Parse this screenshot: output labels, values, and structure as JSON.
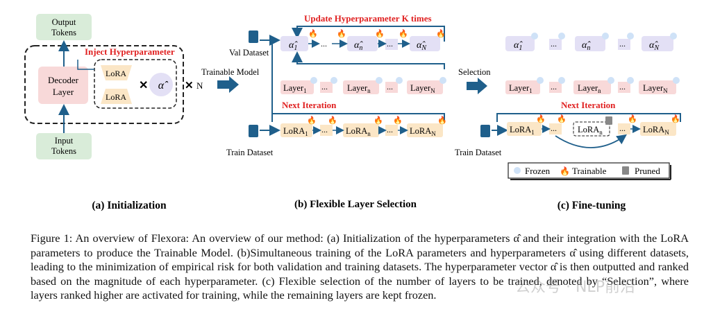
{
  "panel_a": {
    "output_tokens": "Output Tokens",
    "input_tokens": "Input Tokens",
    "decoder_layer": "Decoder Layer",
    "inject_label": "Inject Hyperparameter",
    "lora_label": "LoRA",
    "alpha_symbol": "α̂",
    "times_n": "N",
    "caption": "(a) Initialization"
  },
  "panel_b": {
    "trainable_model": "Trainable Model",
    "val_dataset": "Val Dataset",
    "train_dataset": "Train Dataset",
    "update_label": "Update Hyperparameter K times",
    "next_iteration": "Next Iteration",
    "alpha_row": [
      "α̂₁",
      "α̂ₙ",
      "α̂ₙ"
    ],
    "alpha_subs": [
      "1",
      "n",
      "N"
    ],
    "layer_row": [
      "Layer",
      "Layer",
      "Layer"
    ],
    "lora_row": [
      "LoRA",
      "LoRA",
      "LoRA"
    ],
    "ellipsis": "...",
    "caption": "(b) Flexible Layer Selection"
  },
  "panel_c": {
    "selection": "Selection",
    "train_dataset": "Train Dataset",
    "next_iteration": "Next Iteration",
    "legend": {
      "frozen": "Frozen",
      "trainable": "Trainable",
      "pruned": "Pruned"
    },
    "caption": "(c) Fine-tuning"
  },
  "colors": {
    "red_text": "#e02020",
    "arrow_blue": "#1f5f8b",
    "green_box": "#d9ecd9",
    "pink_box": "#f8d9d9",
    "purple_box": "#e3e0f5",
    "orange_box": "#fbe6c6"
  },
  "caption": {
    "figure_label": "Figure 1:",
    "text": "An overview of Flexora: An overview of our method: (a) Initialization of the hyperparameters α̂ and their integration with the LoRA parameters to produce the Trainable Model. (b)Simultaneous training of the LoRA parameters and hyperparameters α̂ using different datasets, leading to the minimization of empirical risk for both validation and training datasets. The hyperparameter vector α̂ is then outputted and ranked based on the magnitude of each hyperparameter. (c) Flexible selection of the number of layers to be trained, denoted by “Selection”, where layers ranked higher are activated for training, while the remaining layers are kept frozen."
  },
  "watermark": "公众号 · NLP前沿"
}
